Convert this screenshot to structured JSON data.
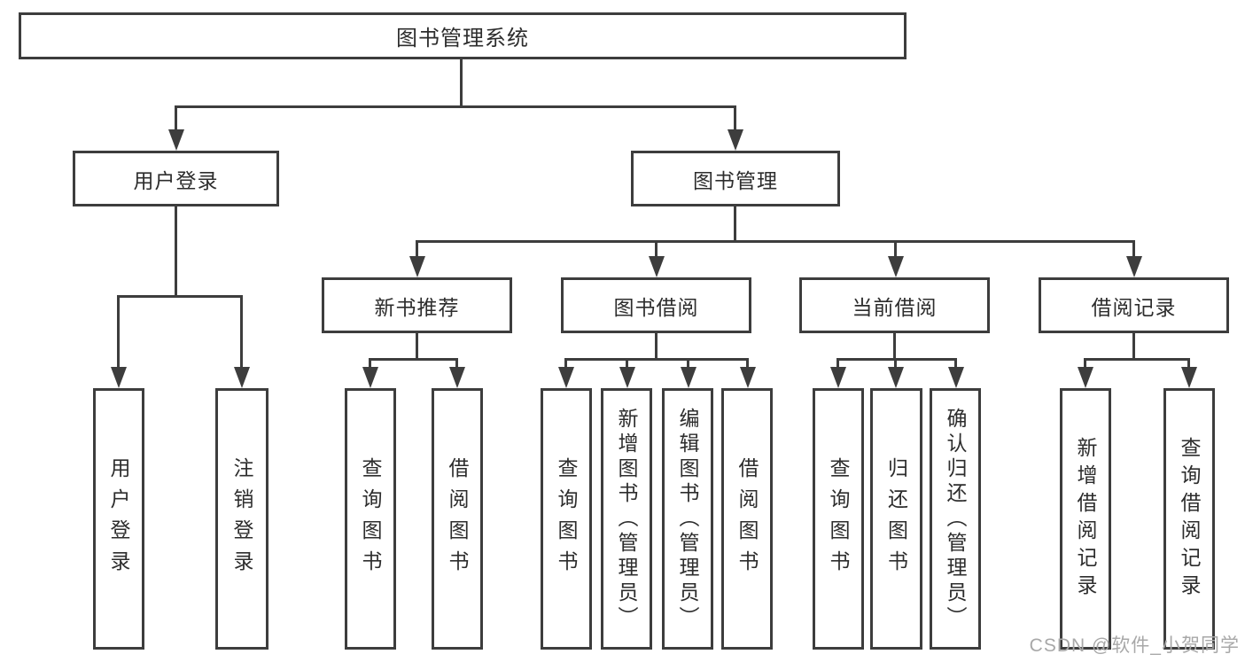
{
  "colors": {
    "line": "#3d3d3d",
    "text": "#2d2d2d",
    "box_background": "#ffffff",
    "page_background": "#ffffff",
    "watermark": "#a8a8a8"
  },
  "watermark": {
    "text": "CSDN @软件_小贺同学"
  },
  "tree": {
    "root": "图书管理系统",
    "branches": [
      {
        "label": "用户登录",
        "children": [
          "用户登录",
          "注销登录"
        ]
      },
      {
        "label": "图书管理",
        "children": [
          {
            "label": "新书推荐",
            "children": [
              "查询图书",
              "借阅图书"
            ]
          },
          {
            "label": "图书借阅",
            "children": [
              "查询图书",
              "新增图书（管理员）",
              "编辑图书（管理员）",
              "借阅图书"
            ]
          },
          {
            "label": "当前借阅",
            "children": [
              "查询图书",
              "归还图书",
              "确认归还（管理员）"
            ]
          },
          {
            "label": "借阅记录",
            "children": [
              "新增借阅记录",
              "查询借阅记录"
            ]
          }
        ]
      }
    ]
  }
}
